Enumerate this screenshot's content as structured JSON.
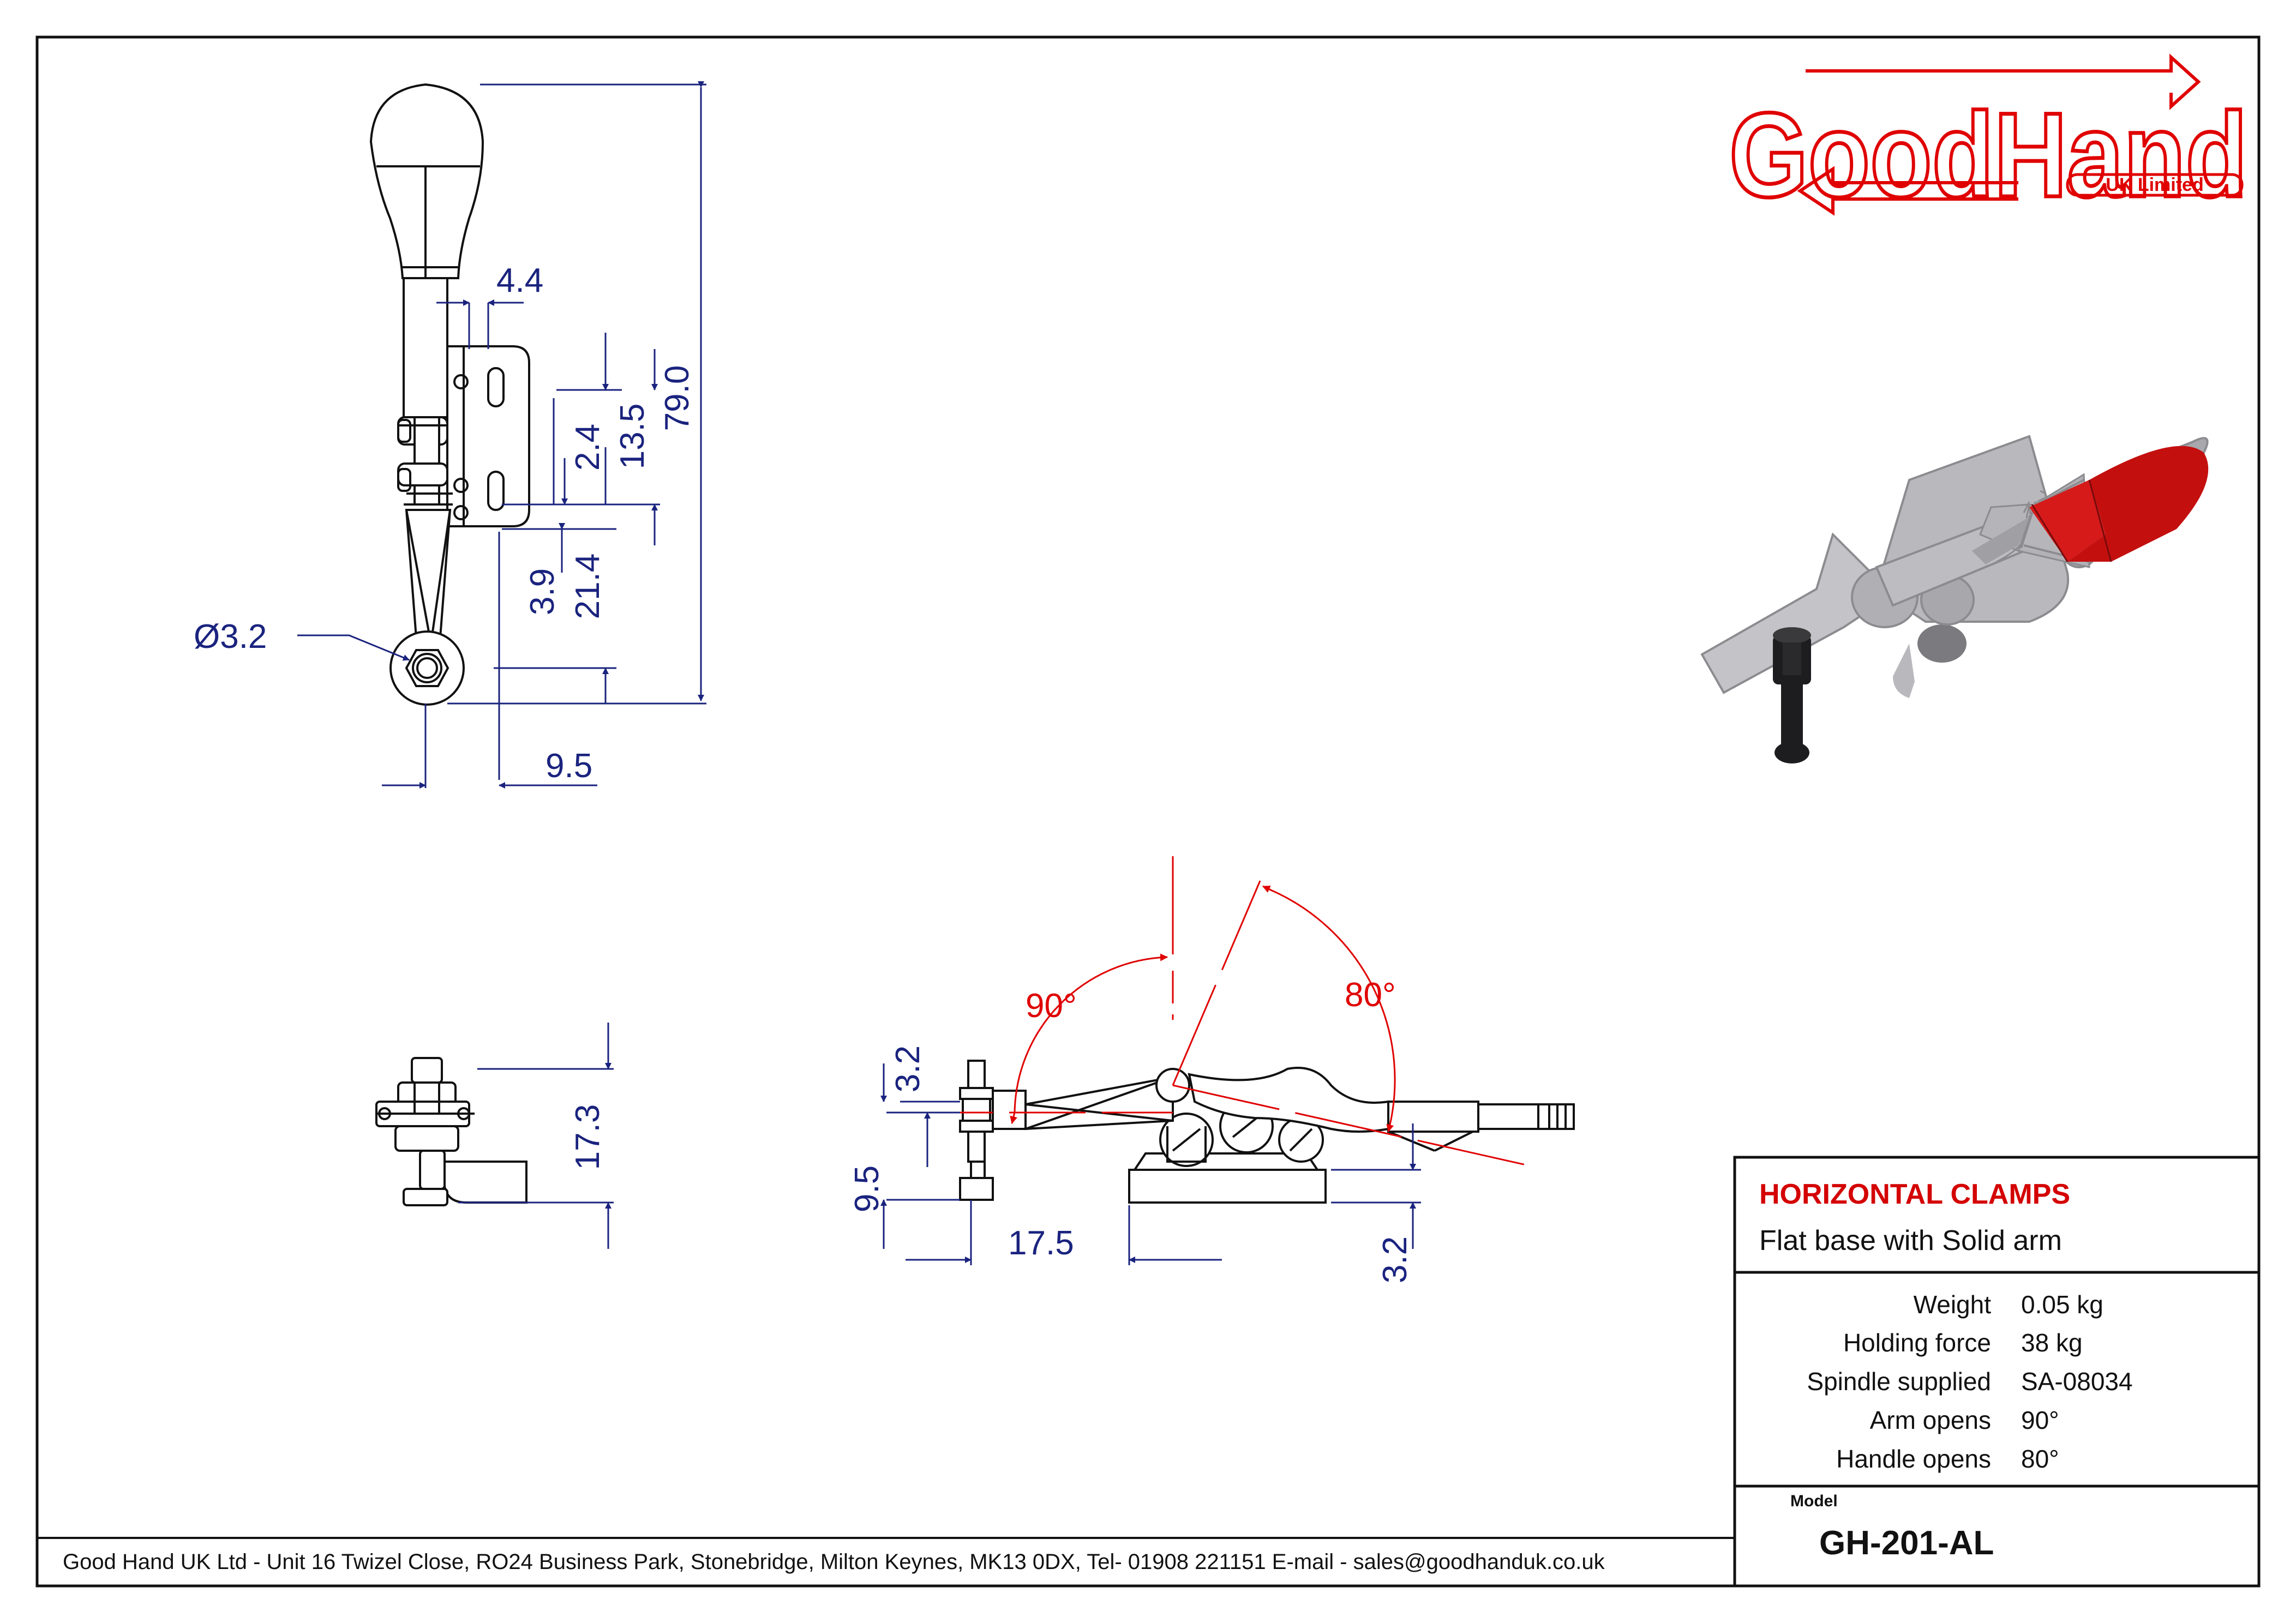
{
  "logo": {
    "brand": "GoodHand",
    "subtitle": "UK Limited"
  },
  "dimensions": {
    "top_view": [
      "4.4",
      "79.0",
      "13.5",
      "2.4",
      "3.9",
      "21.4",
      "Ø3.2",
      "9.5"
    ],
    "end_view": [
      "17.3"
    ],
    "side_view": [
      "3.2",
      "9.5",
      "17.5",
      "3.2"
    ]
  },
  "angles": {
    "arm": "90°",
    "handle": "80°"
  },
  "title_block": {
    "title": "HORIZONTAL CLAMPS",
    "subtitle": "Flat base with Solid arm",
    "specs": [
      {
        "label": "Weight",
        "value": "0.05 kg"
      },
      {
        "label": "Holding force",
        "value": "38 kg"
      },
      {
        "label": "Spindle supplied",
        "value": "SA-08034"
      },
      {
        "label": "Arm opens",
        "value": "90°"
      },
      {
        "label": "Handle opens",
        "value": "80°"
      }
    ],
    "model_label": "Model",
    "model": "GH-201-AL"
  },
  "footer": "Good Hand UK Ltd  - Unit 16 Twizel Close, RO24 Business Park, Stonebridge, Milton Keynes, MK13 0DX,  Tel- 01908 221151  E-mail - sales@goodhanduk.co.uk",
  "colors": {
    "accent": "#e00000",
    "dimension": "#1a237e",
    "line": "#111111"
  }
}
